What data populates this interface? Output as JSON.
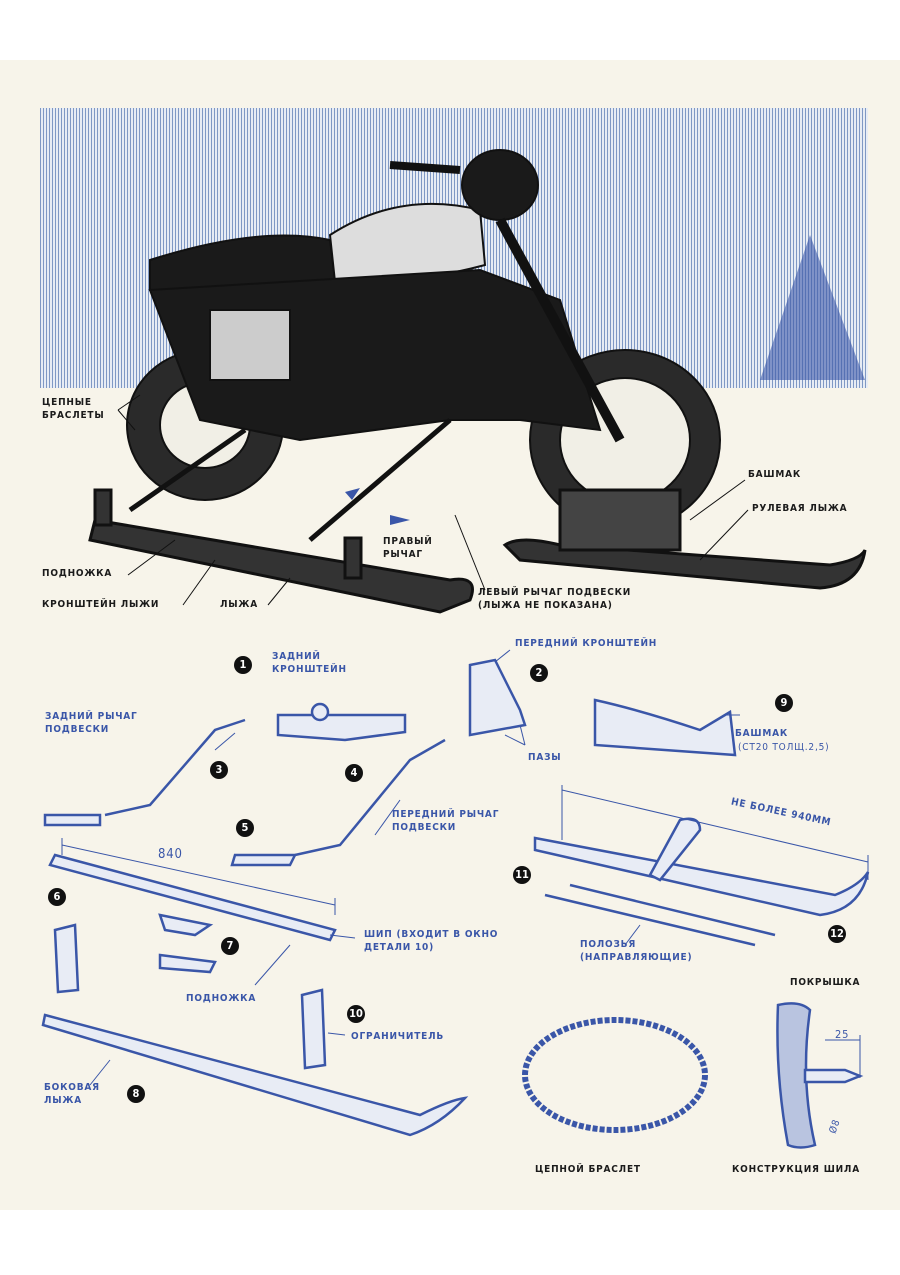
{
  "header_labels": {
    "chain_bracelets": "ЦЕПНЫЕ\nБРАСЛЕТЫ",
    "footrest": "ПОДНОЖКА",
    "ski_bracket": "КРОНШТЕЙН ЛЫЖИ",
    "ski": "ЛЫЖА",
    "right_lever": "ПРАВЫЙ\nРЫЧАГ",
    "left_lever": "ЛЕВЫЙ РЫЧАГ ПОДВЕСКИ\n(ЛЫЖА НЕ ПОКАЗАНА)",
    "shoe": "БАШМАК",
    "steering_ski": "РУЛЕВАЯ ЛЫЖА"
  },
  "parts": {
    "rear_bracket": {
      "number": "1",
      "label": "ЗАДНИЙ\nКРОНШТЕЙН"
    },
    "front_bracket": {
      "number": "2",
      "label": "ПЕРЕДНИЙ КРОНШТЕЙН",
      "slots_label": "ПАЗЫ"
    },
    "rear_lever": {
      "number": "3",
      "label": "ЗАДНИЙ РЫЧАГ\nПОДВЕСКИ"
    },
    "front_lever": {
      "number": "4",
      "label": "ПЕРЕДНИЙ РЫЧАГ\nПОДВЕСКИ"
    },
    "hinge": {
      "number": "5"
    },
    "footrest": {
      "number": "6",
      "dimension": "840",
      "spike_label": "ШИП (ВХОДИТ В ОКНО\nДЕТАЛИ 10)",
      "label": "ПОДНОЖКА"
    },
    "plates": {
      "number": "7"
    },
    "side_ski": {
      "number": "8",
      "label": "БОКОВАЯ\nЛЫЖА"
    },
    "shoe": {
      "number": "9",
      "label": "БАШМАК",
      "spec": "(Ст20 толщ.2,5)"
    },
    "limiter": {
      "number": "10",
      "label": "ОГРАНИЧИТЕЛЬ"
    },
    "steering_ski_bracket": {
      "number": "11"
    },
    "steering_ski": {
      "number": "12",
      "dimension": "НЕ БОЛЕЕ 940мм",
      "runners_label": "ПОЛОЗЬЯ\n(НАПРАВЛЯЮЩИЕ)"
    }
  },
  "details": {
    "chain_bracelet": "ЦЕПНОЙ БРАСЛЕТ",
    "tire": "ПОКРЫШКА",
    "spike_dim_length": "25",
    "spike_dim_diameter": "ø8",
    "spike_design": "КОНСТРУКЦИЯ ШИЛА"
  },
  "colors": {
    "ink_blue": "#3a56a8",
    "ink_black": "#111111",
    "paper": "#f7f4ea"
  }
}
